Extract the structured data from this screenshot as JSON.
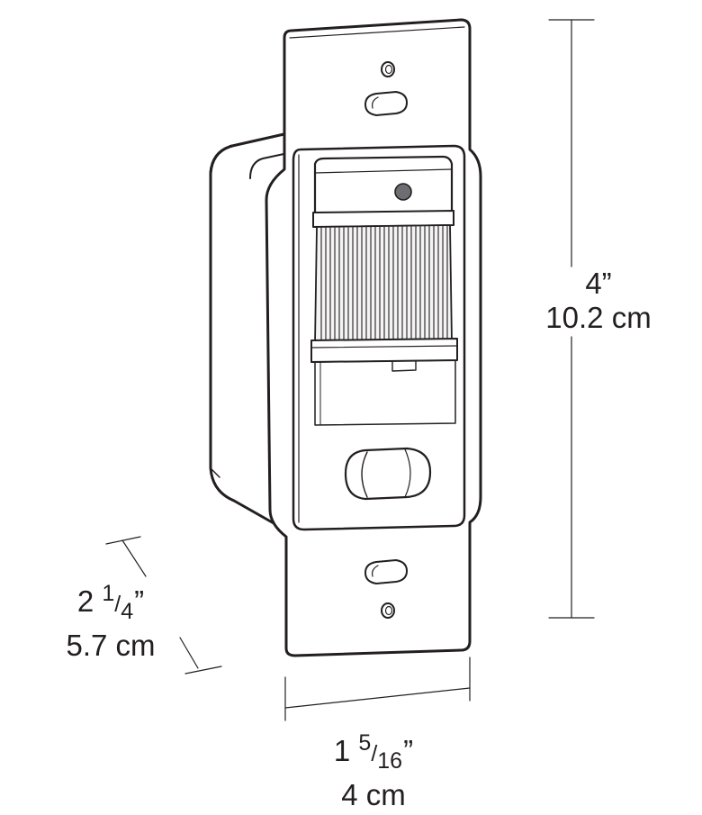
{
  "dimensions": {
    "height": {
      "imperial": "4”",
      "metric": "10.2 cm"
    },
    "depth": {
      "whole": "2",
      "numerator": "1",
      "slash": "/",
      "denominator": "4",
      "inch_mark": "”",
      "metric": "5.7 cm"
    },
    "width": {
      "whole": "1",
      "numerator": "5",
      "slash": "/",
      "denominator": "16",
      "inch_mark": "”",
      "metric": "4 cm"
    }
  },
  "colors": {
    "line": "#231f20",
    "fill": "#ffffff",
    "led": "#6d6e71"
  }
}
